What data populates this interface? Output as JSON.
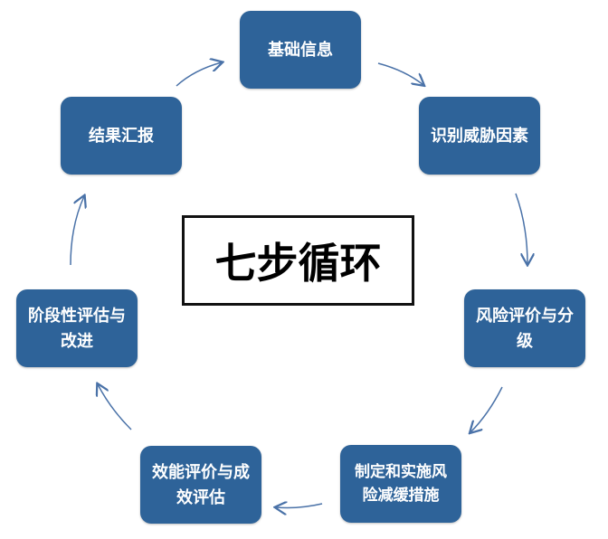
{
  "title": "七步循环",
  "steps": [
    {
      "label": "基础信息"
    },
    {
      "label": "识别威胁因素"
    },
    {
      "label": "风险评价与分级"
    },
    {
      "label": "制定和实施风险减缓措施"
    },
    {
      "label": "效能评价与成效评估"
    },
    {
      "label": "阶段性评估与改进"
    },
    {
      "label": "结果汇报"
    }
  ],
  "colors": {
    "box": "#2e6399",
    "arrow": "#4a72a8"
  }
}
